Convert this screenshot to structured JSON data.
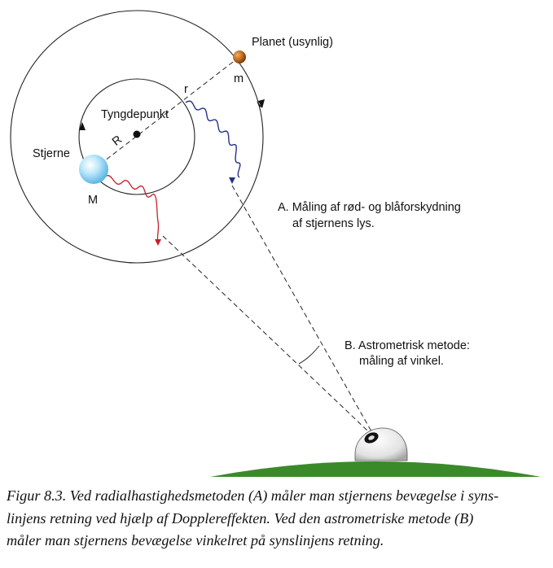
{
  "labels": {
    "planet": "Planet (usynlig)",
    "planet_mass": "m",
    "orbit_radius_small": "r",
    "barycenter": "Tyngdepunkt",
    "star_radius": "R",
    "star": "Stjerne",
    "star_mass": "M",
    "method_a_line1": "A. Måling af rød- og blåforskydning",
    "method_a_line2": "af stjernens lys.",
    "method_b_line1": "B. Astrometrisk metode:",
    "method_b_line2": "måling af vinkel."
  },
  "caption": {
    "line1": "Figur 8.3. Ved radialhastighedsmetoden (A) måler man stjernens bevægelse i syns-",
    "line2": "linjens retning ved hjælp af Dopplereffekten. Ved den astrometriske metode (B)",
    "line3": " måler man stjernens bevægelse vinkelret på synslinjens retning."
  },
  "colors": {
    "star_fill": "#8fd3f6",
    "planet_fill": "#b8651f",
    "ground": "#3a8a2a",
    "red_wave": "#c8202a",
    "blue_wave": "#26318a",
    "line": "#222222"
  }
}
